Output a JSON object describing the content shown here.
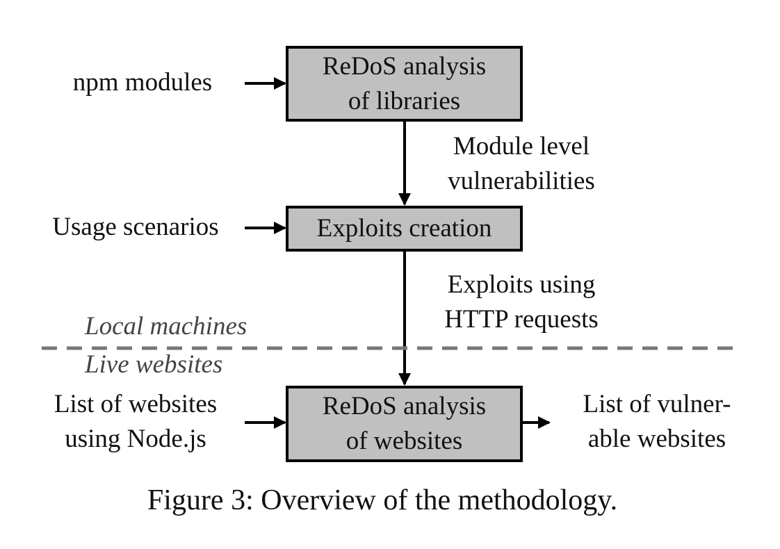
{
  "boxes": {
    "analysis_libraries": [
      "ReDoS analysis",
      "of libraries"
    ],
    "exploits_creation": [
      "Exploits creation"
    ],
    "analysis_websites": [
      "ReDoS analysis",
      "of websites"
    ]
  },
  "inputs": {
    "npm_modules": [
      "npm modules"
    ],
    "usage_scenarios": [
      "Usage scenarios"
    ],
    "list_of_websites": [
      "List of websites",
      "using Node.js"
    ]
  },
  "edge_labels": {
    "module_vulnerabilities": [
      "Module level",
      "vulnerabilities"
    ],
    "exploits_http": [
      "Exploits using",
      "HTTP requests"
    ]
  },
  "output": {
    "vulnerable_websites": [
      "List of vulner-",
      "able websites"
    ]
  },
  "zones": {
    "local": "Local machines",
    "live": "Live websites"
  },
  "caption": "Figure 3: Overview of the methodology."
}
